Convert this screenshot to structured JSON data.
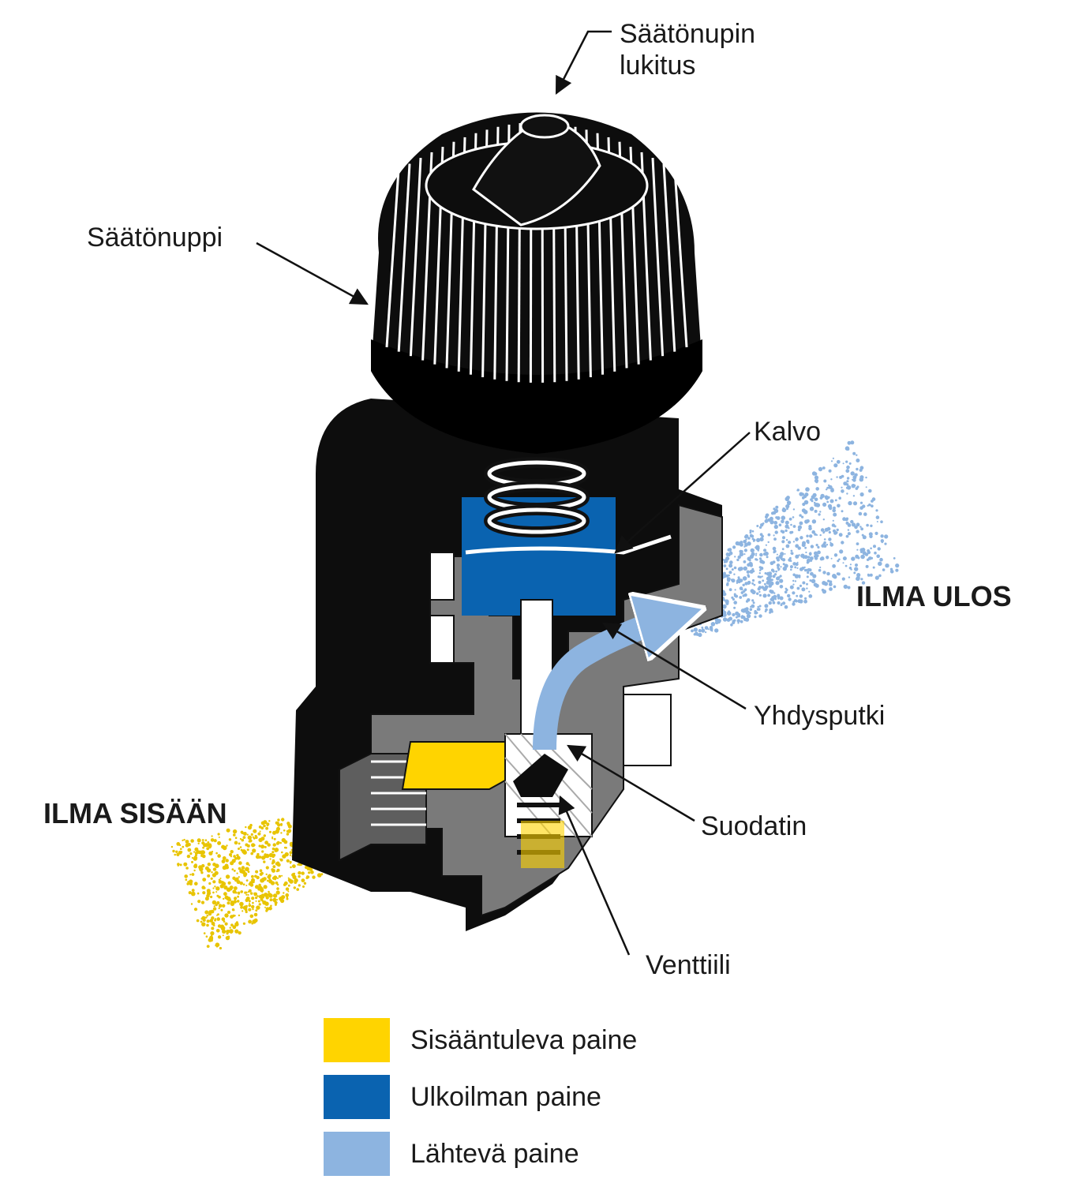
{
  "labels": {
    "knob_lock": [
      "Säätönupin",
      "lukitus"
    ],
    "knob": "Säätönuppi",
    "diaphragm": "Kalvo",
    "connecting_tube": "Yhdysputki",
    "filter": "Suodatin",
    "valve": "Venttiili"
  },
  "flow": {
    "air_in": "ILMA SISÄÄN",
    "air_out": "ILMA ULOS"
  },
  "legend": [
    {
      "label": "Sisääntuleva paine",
      "color": "#FFD400"
    },
    {
      "label": "Ulkoilman paine",
      "color": "#0A63B0"
    },
    {
      "label": "Lähtevä paine",
      "color": "#8DB4E0"
    }
  ]
}
